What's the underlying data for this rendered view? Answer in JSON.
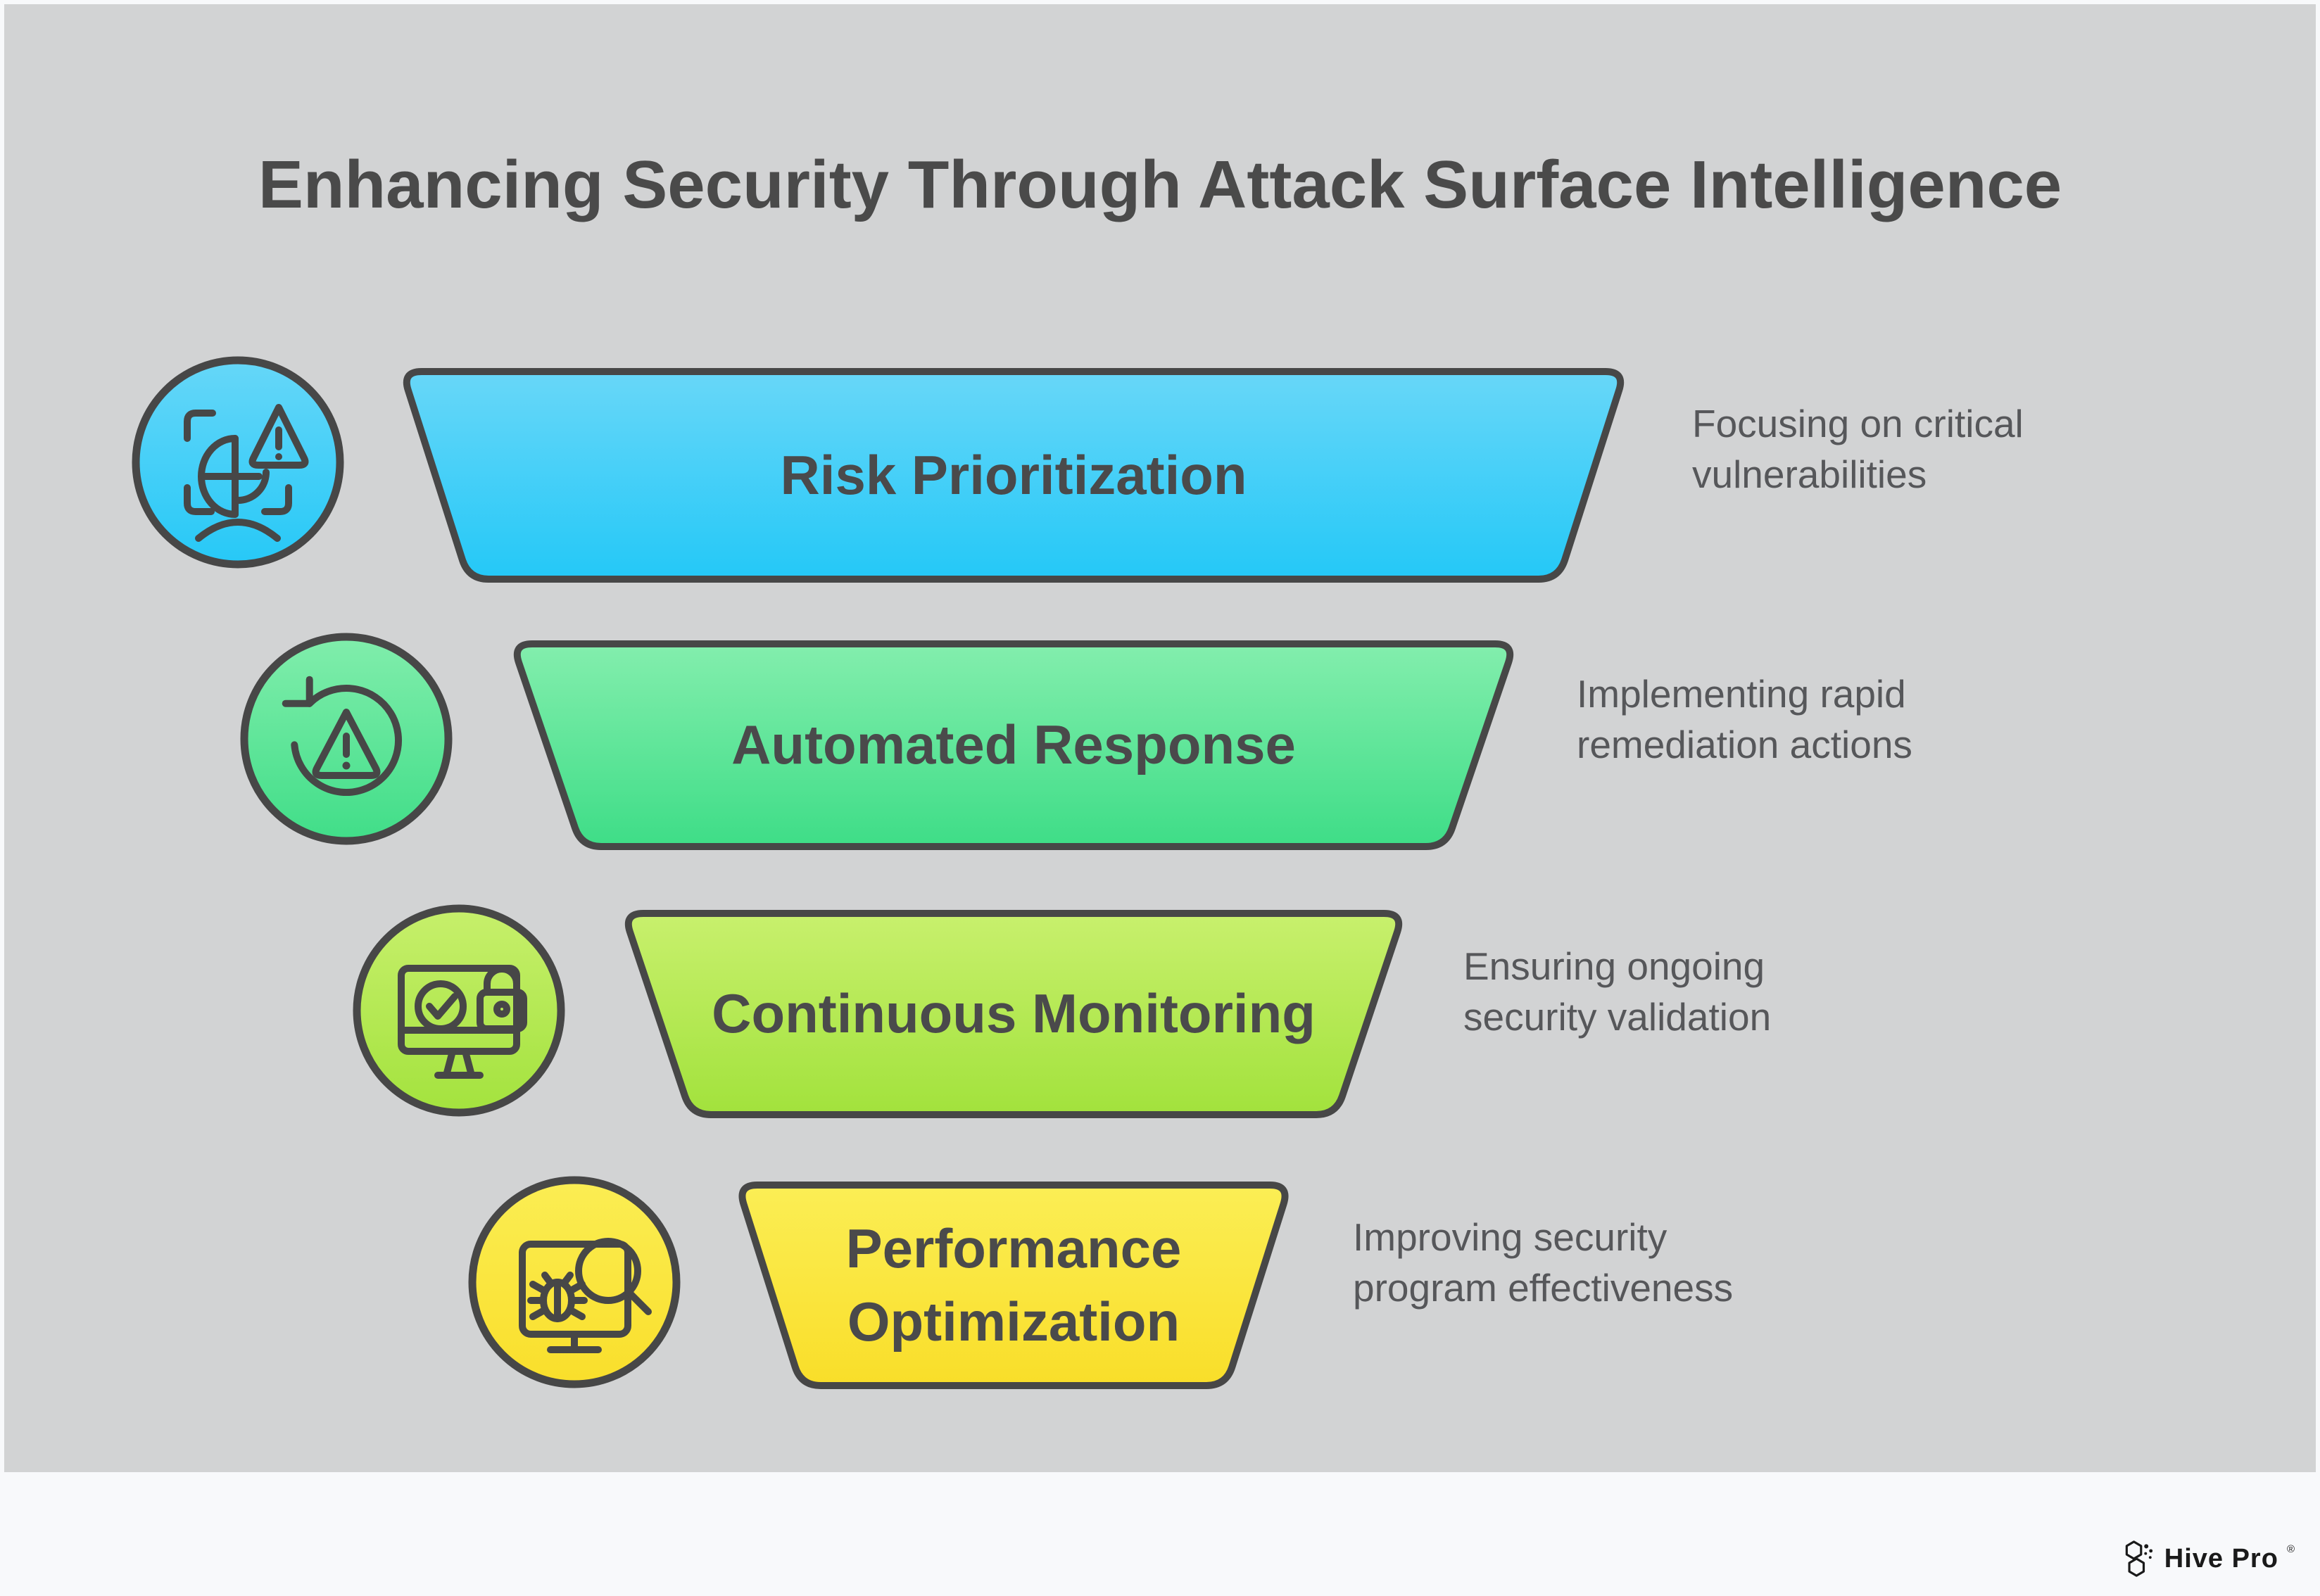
{
  "title": "Enhancing Security Through Attack Surface Intelligence",
  "colors": {
    "canvas_background": "#d2d3d4",
    "page_background": "#f8f9fb",
    "outline": "#474747",
    "title_text": "#4a4a4a",
    "stage_label_text": "#4a4a4b",
    "description_text": "#56575a"
  },
  "stages": [
    {
      "label_lines": [
        "Risk Prioritization"
      ],
      "description_lines": [
        "Focusing on critical",
        "vulnerabilities"
      ],
      "icon": "globe-scan-alert-icon",
      "color_top": "#68d7f8",
      "color_bottom": "#24c8f7"
    },
    {
      "label_lines": [
        "Automated Response"
      ],
      "description_lines": [
        "Implementing rapid",
        "remediation actions"
      ],
      "icon": "refresh-alert-icon",
      "color_top": "#83eead",
      "color_bottom": "#3edd87"
    },
    {
      "label_lines": [
        "Continuous Monitoring"
      ],
      "description_lines": [
        "Ensuring ongoing",
        "security validation"
      ],
      "icon": "monitor-check-lock-icon",
      "color_top": "#c8f06d",
      "color_bottom": "#a2e23c"
    },
    {
      "label_lines": [
        "Performance",
        "Optimization"
      ],
      "description_lines": [
        "Improving security",
        "program effectiveness"
      ],
      "icon": "monitor-bug-search-icon",
      "color_top": "#fbee55",
      "color_bottom": "#f9de29"
    }
  ],
  "footer": {
    "brand": "Hive Pro",
    "registered_mark": "®"
  }
}
